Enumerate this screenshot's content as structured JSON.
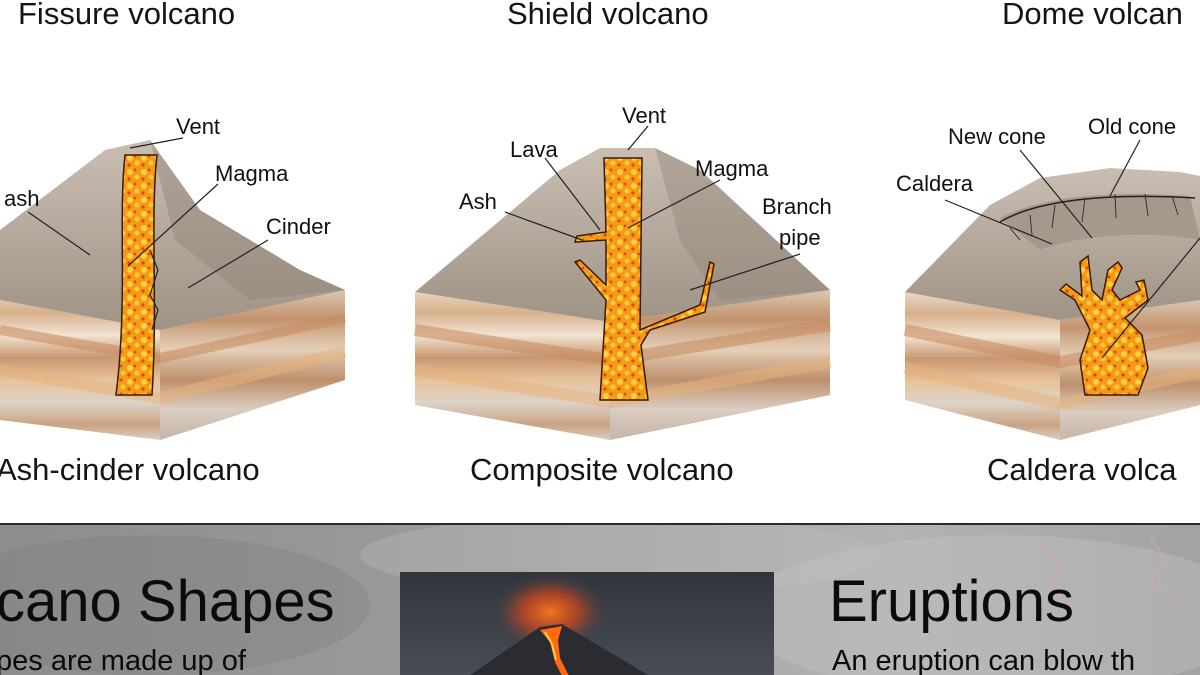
{
  "headings": {
    "fissure": "Fissure volcano",
    "shield": "Shield volcano",
    "dome": "Dome volcan"
  },
  "captions": {
    "ash_cinder": "Ash-cinder volcano",
    "composite": "Composite volcano",
    "caldera": "Caldera volca"
  },
  "labels": {
    "ash_cinder": {
      "vent": "Vent",
      "magma": "Magma",
      "ash": "ash",
      "cinder": "Cinder"
    },
    "composite": {
      "vent": "Vent",
      "lava": "Lava",
      "magma": "Magma",
      "ash": "Ash",
      "branch": "Branch",
      "pipe": "pipe"
    },
    "caldera": {
      "new_cone": "New cone",
      "old_cone": "Old cone",
      "caldera": "Caldera"
    }
  },
  "bottom": {
    "shapes_title": "cano Shapes",
    "shapes_text": "pes are made up of",
    "eruptions_title": "Eruptions",
    "eruptions_text": "An eruption can blow th"
  },
  "colors": {
    "rock_top": "#b9aea2",
    "layer_light": "#e8dccb",
    "layer_brown": "#b98b66",
    "layer_orange": "#e3a472",
    "magma": "#f28a12",
    "magma_hot": "#ffd23a"
  }
}
